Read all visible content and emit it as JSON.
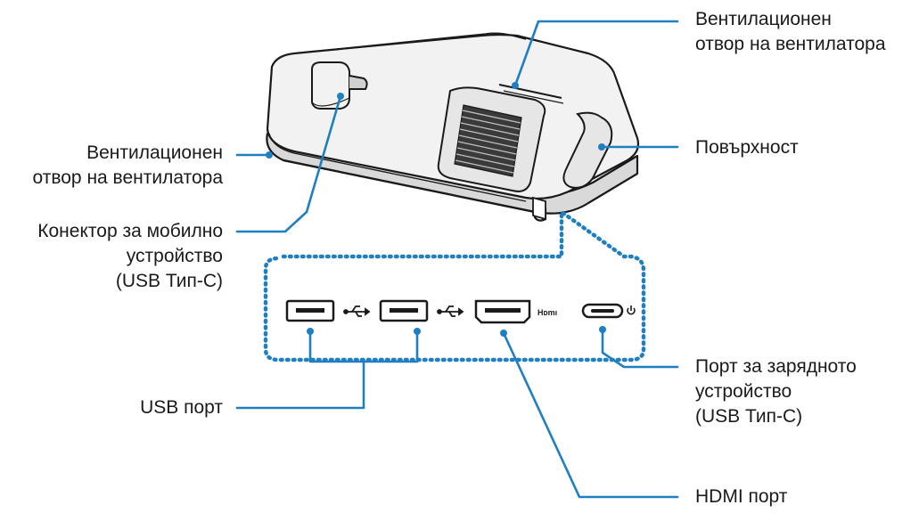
{
  "colors": {
    "leader": "#1f7fc1",
    "outline": "#1a1a1a",
    "body_fill": "#f2f2f2",
    "shadow_fill": "#d9d9d9"
  },
  "labels": {
    "top_vent": [
      "Вентилационен",
      "отвор на вентилатора"
    ],
    "side_vent": [
      "Вентилационен",
      "отвор на вентилатора"
    ],
    "mobile_connector": [
      "Конектор за мобилно",
      "устройство",
      "(USB Тип-C)"
    ],
    "surface": [
      "Повърхност"
    ],
    "charger_port": [
      "Порт за зарядното",
      "устройство",
      "(USB Тип-C)"
    ],
    "usb_port": [
      "USB порт"
    ],
    "hdmi_port": [
      "HDMI порт"
    ]
  },
  "port_panel": {
    "hdmi_mark": "Hᴅmı",
    "usb_symbol_icon": "usb-trident-icon",
    "power_symbol_icon": "power-icon"
  }
}
